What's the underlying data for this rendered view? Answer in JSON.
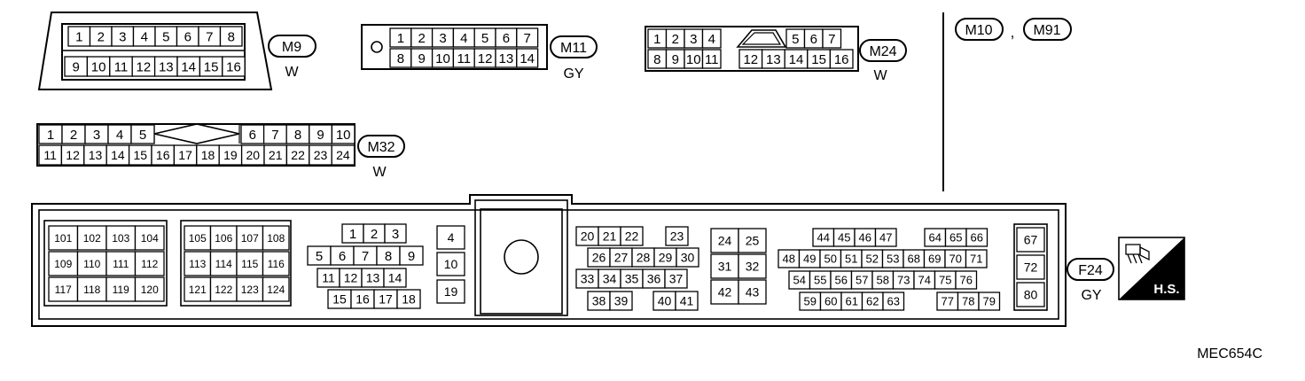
{
  "connectors": {
    "m9": {
      "id": "M9",
      "color": "W",
      "rows": [
        [
          "1",
          "2",
          "3",
          "4",
          "5",
          "6",
          "7",
          "8"
        ],
        [
          "9",
          "10",
          "11",
          "12",
          "13",
          "14",
          "15",
          "16"
        ]
      ]
    },
    "m11": {
      "id": "M11",
      "color": "GY",
      "rows": [
        [
          "1",
          "2",
          "3",
          "4",
          "5",
          "6",
          "7"
        ],
        [
          "8",
          "9",
          "10",
          "11",
          "12",
          "13",
          "14"
        ]
      ]
    },
    "m24": {
      "id": "M24",
      "color": "W",
      "rows": [
        [
          "1",
          "2",
          "3",
          "4"
        ],
        [
          "5",
          "6",
          "7"
        ],
        [
          "8",
          "9",
          "10",
          "11"
        ],
        [
          "12",
          "13",
          "14",
          "15",
          "16"
        ]
      ]
    },
    "m32": {
      "id": "M32",
      "color": "W",
      "rows": [
        [
          "1",
          "2",
          "3",
          "4",
          "5"
        ],
        [
          "6",
          "7",
          "8",
          "9",
          "10"
        ],
        [
          "11",
          "12",
          "13",
          "14",
          "15",
          "16",
          "17",
          "18",
          "19",
          "20",
          "21",
          "22",
          "23",
          "24"
        ]
      ]
    },
    "m10_m91": {
      "ids": [
        "M10",
        "M91"
      ],
      "separator": ","
    },
    "f24": {
      "id": "F24",
      "color": "GY",
      "group_a": [
        [
          "101",
          "102",
          "103",
          "104"
        ],
        [
          "109",
          "110",
          "111",
          "112"
        ],
        [
          "117",
          "118",
          "119",
          "120"
        ]
      ],
      "group_b": [
        [
          "105",
          "106",
          "107",
          "108"
        ],
        [
          "113",
          "114",
          "115",
          "116"
        ],
        [
          "121",
          "122",
          "123",
          "124"
        ]
      ],
      "group_c": [
        [
          "1",
          "2",
          "3"
        ],
        [
          "5",
          "6",
          "7",
          "8",
          "9"
        ],
        [
          "11",
          "12",
          "13",
          "14"
        ],
        [
          "15",
          "16",
          "17",
          "18"
        ]
      ],
      "group_d": [
        [
          "4"
        ],
        [
          "10"
        ],
        [
          "19"
        ]
      ],
      "group_e": [
        [
          "20",
          "21",
          "22",
          "23"
        ],
        [
          "26",
          "27",
          "28",
          "29",
          "30"
        ],
        [
          "33",
          "34",
          "35",
          "36",
          "37"
        ],
        [
          "38",
          "39",
          "40",
          "41"
        ]
      ],
      "group_f": [
        [
          "24",
          "25"
        ],
        [
          "31",
          "32"
        ],
        [
          "42",
          "43"
        ]
      ],
      "group_g": [
        [
          "44",
          "45",
          "46",
          "47",
          "64",
          "65",
          "66"
        ],
        [
          "48",
          "49",
          "50",
          "51",
          "52",
          "53",
          "68",
          "69",
          "70",
          "71"
        ],
        [
          "54",
          "55",
          "56",
          "57",
          "58",
          "73",
          "74",
          "75",
          "76"
        ],
        [
          "59",
          "60",
          "61",
          "62",
          "63",
          "77",
          "78",
          "79"
        ]
      ],
      "group_h": [
        [
          "67"
        ],
        [
          "72"
        ],
        [
          "80"
        ]
      ]
    }
  },
  "hs_badge": "H.S.",
  "figure_code": "MEC654C"
}
